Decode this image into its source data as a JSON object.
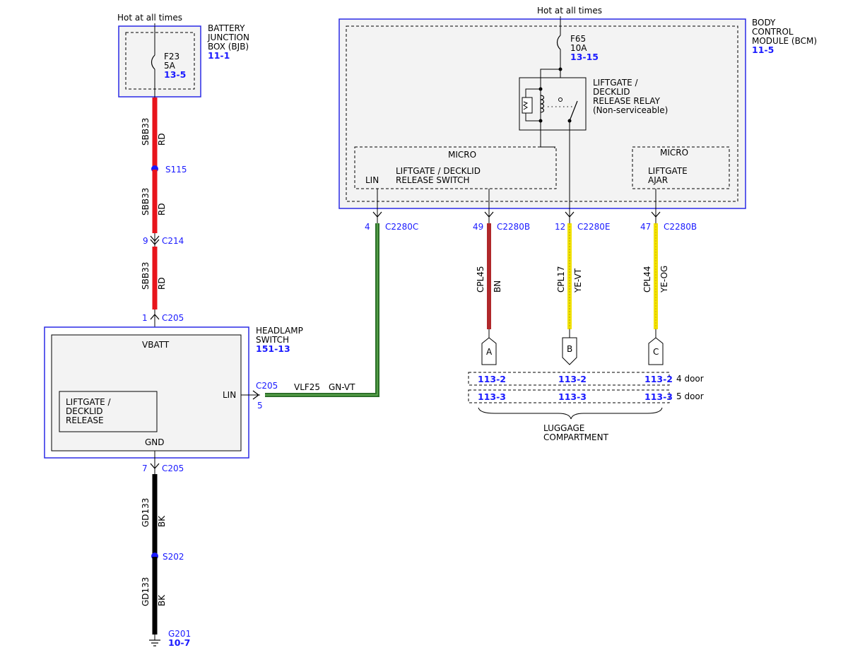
{
  "bjb": {
    "hot_label": "Hot at all times",
    "name_lines": [
      "BATTERY",
      "JUNCTION",
      "BOX (BJB)"
    ],
    "ref": "11-1",
    "fuse_id": "F23",
    "fuse_amp": "5A",
    "fuse_ref": "13-5"
  },
  "bcm": {
    "hot_label": "Hot at all times",
    "name_lines": [
      "BODY",
      "CONTROL",
      "MODULE (BCM)"
    ],
    "ref": "11-5",
    "fuse_id": "F65",
    "fuse_amp": "10A",
    "fuse_ref": "13-15",
    "relay_lines": [
      "LIFTGATE /",
      "DECKLID",
      "RELEASE RELAY",
      "(Non-serviceable)"
    ],
    "micro1_title": "MICRO",
    "micro1_lin": "LIN",
    "micro1_lines": [
      "LIFTGATE / DECKLID",
      "RELEASE SWITCH"
    ],
    "micro2_title": "MICRO",
    "micro2_lines": [
      "LIFTGATE",
      "AJAR"
    ]
  },
  "left_wires": {
    "w1_circuit": "SBB33",
    "w1_color": "RD",
    "splice1": "S115",
    "w2_circuit": "SBB33",
    "w2_color": "RD",
    "c214_pin": "9",
    "c214_name": "C214",
    "w3_circuit": "SBB33",
    "w3_color": "RD",
    "c205_top_pin": "1",
    "c205_top_name": "C205",
    "c205_bot_pin": "7",
    "c205_bot_name": "C205",
    "w4_circuit": "GD133",
    "w4_color": "BK",
    "splice2": "S202",
    "w5_circuit": "GD133",
    "w5_color": "BK",
    "ground_name": "G201",
    "ground_ref": "10-7"
  },
  "headlamp": {
    "name_lines": [
      "HEADLAMP",
      "SWITCH"
    ],
    "ref": "151-13",
    "vbatt": "VBATT",
    "gnd": "GND",
    "lin": "LIN",
    "inner_lines": [
      "LIFTGATE /",
      "DECKLID",
      "RELEASE"
    ],
    "c205_name": "C205",
    "c205_pin": "5"
  },
  "lin_wire": {
    "circuit": "VLF25",
    "color": "GN-VT",
    "pin": "4",
    "connector": "C2280C"
  },
  "outputs": [
    {
      "pin": "49",
      "connector": "C2280B",
      "circuit": "CPL45",
      "color": "BN",
      "letter": "A",
      "ref4": "113-2",
      "ref5": "113-3"
    },
    {
      "pin": "12",
      "connector": "C2280E",
      "circuit": "CPL17",
      "color": "YE-VT",
      "letter": "B",
      "ref4": "113-2",
      "ref5": "113-3"
    },
    {
      "pin": "47",
      "connector": "C2280B",
      "circuit": "CPL44",
      "color": "YE-OG",
      "letter": "C",
      "ref4": "113-2",
      "ref5": "113-3"
    }
  ],
  "doors": {
    "four": "4 door",
    "five": "5 door"
  },
  "luggage_lines": [
    "LUGGAGE",
    "COMPARTMENT"
  ],
  "colors": {
    "red": "#e8141b",
    "brown": "#b0282b",
    "yellow": "#f2e200",
    "green": "#2d6f2a",
    "black": "#000000",
    "blue_link": "#1a1aff",
    "module_border": "#2a2ae6",
    "module_fill": "#f3f3f3"
  }
}
